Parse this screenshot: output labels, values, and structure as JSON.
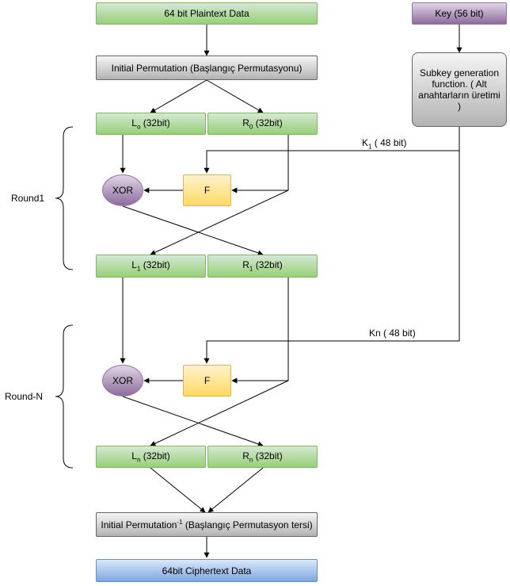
{
  "plaintext": "64 bit Plaintext Data",
  "key": "Key (56 bit)",
  "initial_permutation": "Initial Permutation (Başlangıç Permutasyonu)",
  "subkey_fn": "Subkey generation function. ( Alt anahtarların üretimi )",
  "round1": {
    "label": "Round1",
    "l_in": {
      "prefix": "L",
      "sub": "o",
      "suffix": " (32bit)"
    },
    "r_in": {
      "prefix": "R",
      "sub": "0",
      "suffix": " (32bit)"
    },
    "k": {
      "prefix": "K",
      "sub": "1",
      "suffix": " ( 48 bit)"
    },
    "xor": "XOR",
    "f": "F",
    "l_out": {
      "prefix": "L",
      "sub": "1",
      "suffix": " (32bit)"
    },
    "r_out": {
      "prefix": "R",
      "sub": "1",
      "suffix": " (32bit)"
    }
  },
  "roundN": {
    "label": "Round-N",
    "k": "Kn ( 48 bit)",
    "xor": "XOR",
    "f": "F",
    "l_out": {
      "prefix": "L",
      "sub": "n",
      "suffix": " (32bit)"
    },
    "r_out": {
      "prefix": "R",
      "sub": "n",
      "suffix": " (32bit)"
    }
  },
  "final_permutation": {
    "prefix": "Initial Permutation",
    "sup": "-1",
    "suffix": " (Başlangıç Permutasyon tersi)"
  },
  "ciphertext": "64bit Ciphertext Data"
}
